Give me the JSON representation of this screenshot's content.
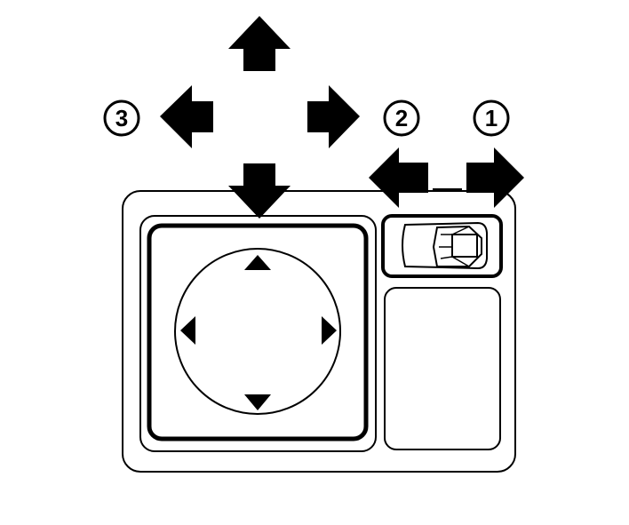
{
  "callouts": [
    {
      "label": "1",
      "meaning": "position-1"
    },
    {
      "label": "2",
      "meaning": "position-2"
    },
    {
      "label": "3",
      "meaning": "position-3"
    }
  ],
  "colors": {
    "ink": "#000000",
    "paper": "#ffffff"
  },
  "icons": {
    "arrow": "filled-block-arrow",
    "triangle": "solid-triangle-marker",
    "knob": "selector-knob"
  }
}
